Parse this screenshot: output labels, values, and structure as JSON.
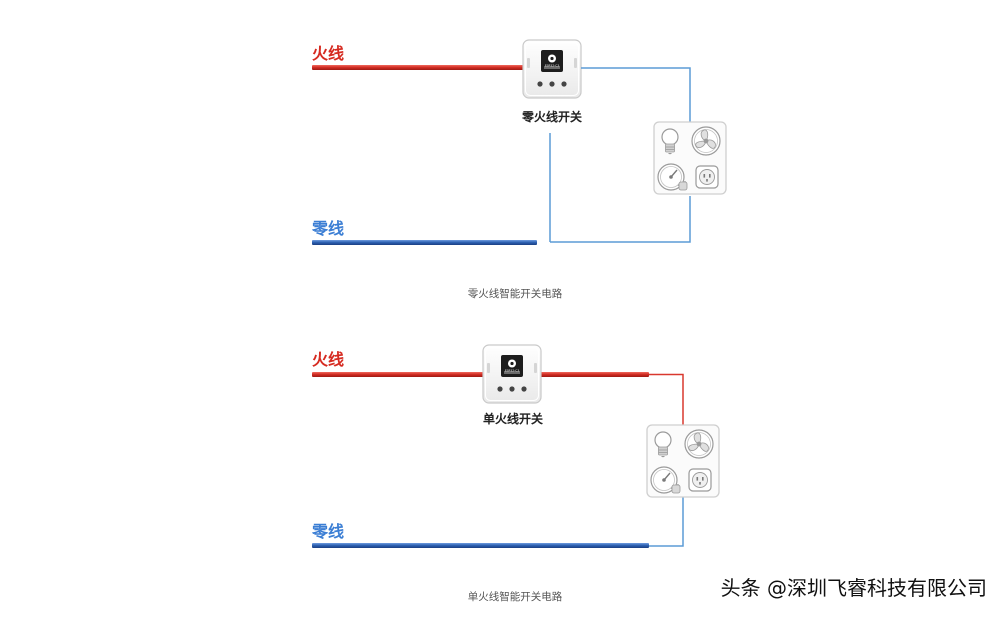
{
  "colors": {
    "live": "#d12b22",
    "neutral": "#2b5fb0",
    "live_label": "#d62a20",
    "neutral_label": "#3b7ed4",
    "wire_thin_blue": "#5b9bd5",
    "wire_thin_red": "#d9382e"
  },
  "diagram1": {
    "live_label": "火线",
    "neutral_label": "零线",
    "switch_label": "零火线开关",
    "caption": "零火线智能开关电路",
    "switch_chip_text": "ESP32-C3"
  },
  "diagram2": {
    "live_label": "火线",
    "neutral_label": "零线",
    "switch_label": "单火线开关",
    "caption": "单火线智能开关电路",
    "switch_chip_text": "ESP32-C3"
  },
  "load_icons": [
    "lightbulb-icon",
    "fan-icon",
    "gauge-icon",
    "socket-icon"
  ],
  "watermark": "头条 @深圳飞睿科技有限公司"
}
